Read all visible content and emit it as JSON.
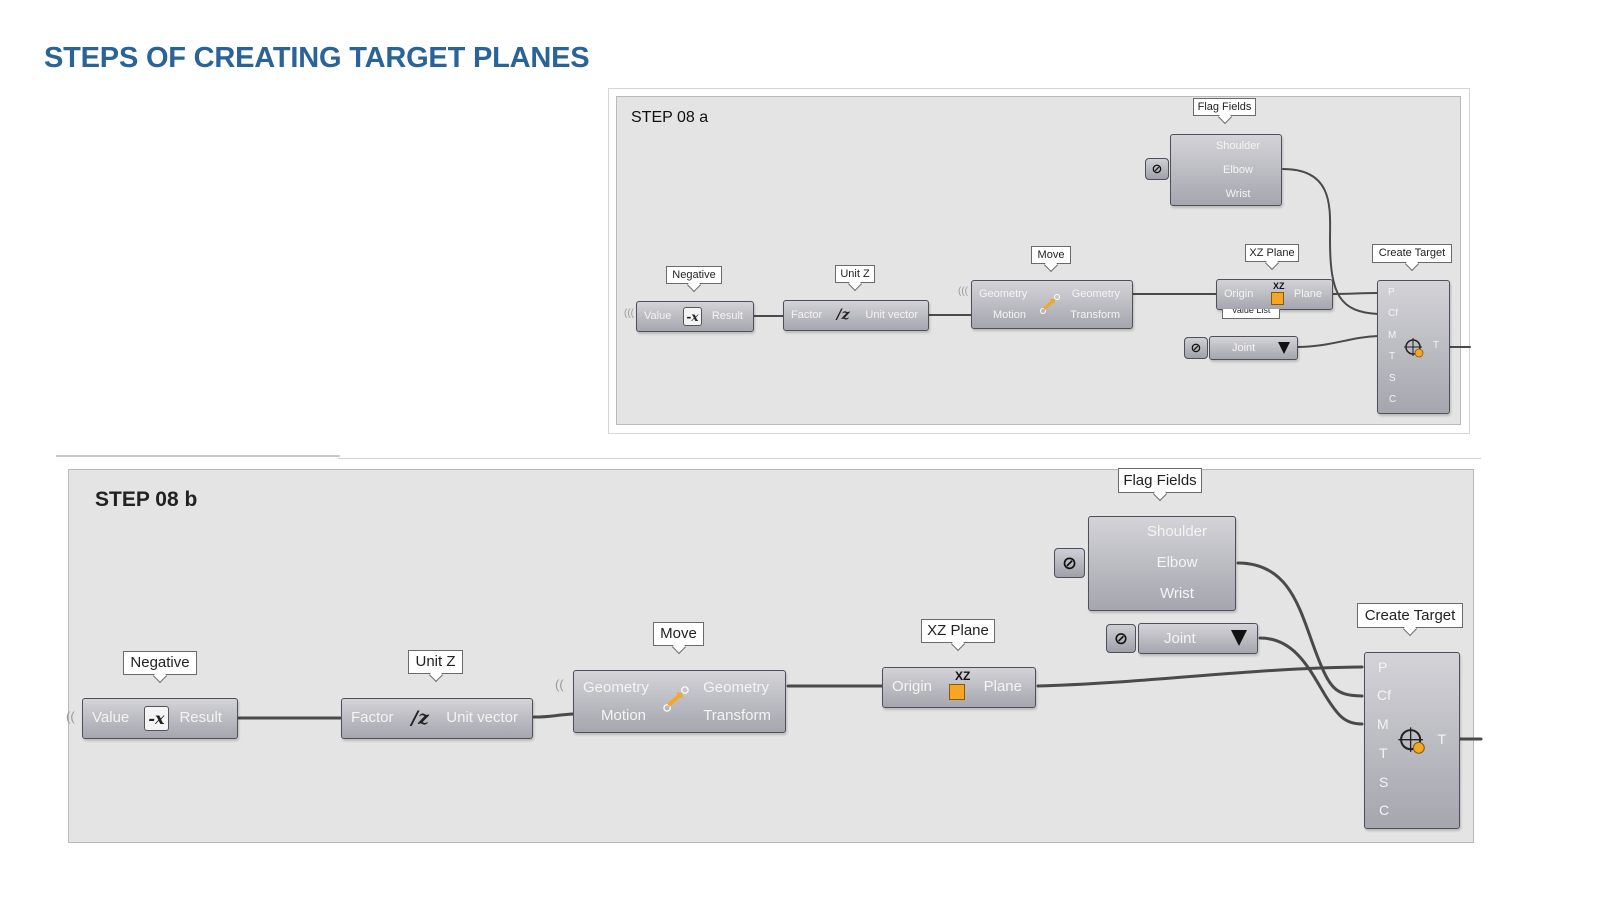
{
  "page": {
    "title": "STEPS OF CREATING TARGET PLANES"
  },
  "step_a": {
    "label": "STEP 08 a",
    "negative": {
      "tag": "Negative",
      "in": "Value",
      "out": "Result"
    },
    "unit_z": {
      "tag": "Unit Z",
      "in": "Factor",
      "out": "Unit vector"
    },
    "move": {
      "tag": "Move",
      "in1": "Geometry",
      "in2": "Motion",
      "out1": "Geometry",
      "out2": "Transform"
    },
    "xz_plane": {
      "tag": "XZ Plane",
      "in": "Origin",
      "out": "Plane",
      "icon_text": "XZ",
      "obscured_tag": "Value List"
    },
    "flag_fields": {
      "tag": "Flag Fields",
      "items": [
        "Shoulder",
        "Elbow",
        "Wrist"
      ]
    },
    "joint": {
      "selected": "Joint"
    },
    "create_target": {
      "tag": "Create Target",
      "inputs": [
        "P",
        "Cf",
        "M",
        "T",
        "S",
        "C"
      ],
      "out": "T"
    }
  },
  "step_b": {
    "label": "STEP 08 b",
    "negative": {
      "tag": "Negative",
      "in": "Value",
      "out": "Result"
    },
    "unit_z": {
      "tag": "Unit Z",
      "in": "Factor",
      "out": "Unit vector"
    },
    "move": {
      "tag": "Move",
      "in1": "Geometry",
      "in2": "Motion",
      "out1": "Geometry",
      "out2": "Transform"
    },
    "xz_plane": {
      "tag": "XZ Plane",
      "in": "Origin",
      "out": "Plane",
      "icon_text": "XZ"
    },
    "flag_fields": {
      "tag": "Flag Fields",
      "items": [
        "Shoulder",
        "Elbow",
        "Wrist"
      ]
    },
    "joint": {
      "selected": "Joint"
    },
    "create_target": {
      "tag": "Create Target",
      "inputs": [
        "P",
        "Cf",
        "M",
        "T",
        "S",
        "C"
      ],
      "out": "T"
    }
  },
  "colors": {
    "title": "#2a6397",
    "canvas": "#e4e4e4",
    "wire": "#4a4a4a",
    "accent_icon": "#f5a623"
  },
  "icons": {
    "negate": "negate-icon",
    "unit_z": "unit-z-icon",
    "move": "move-arrow-icon",
    "xz_plane": "xz-plane-icon",
    "create_target": "target-crosshair-icon",
    "link": "link-icon",
    "dropdown": "dropdown-arrow-icon"
  }
}
